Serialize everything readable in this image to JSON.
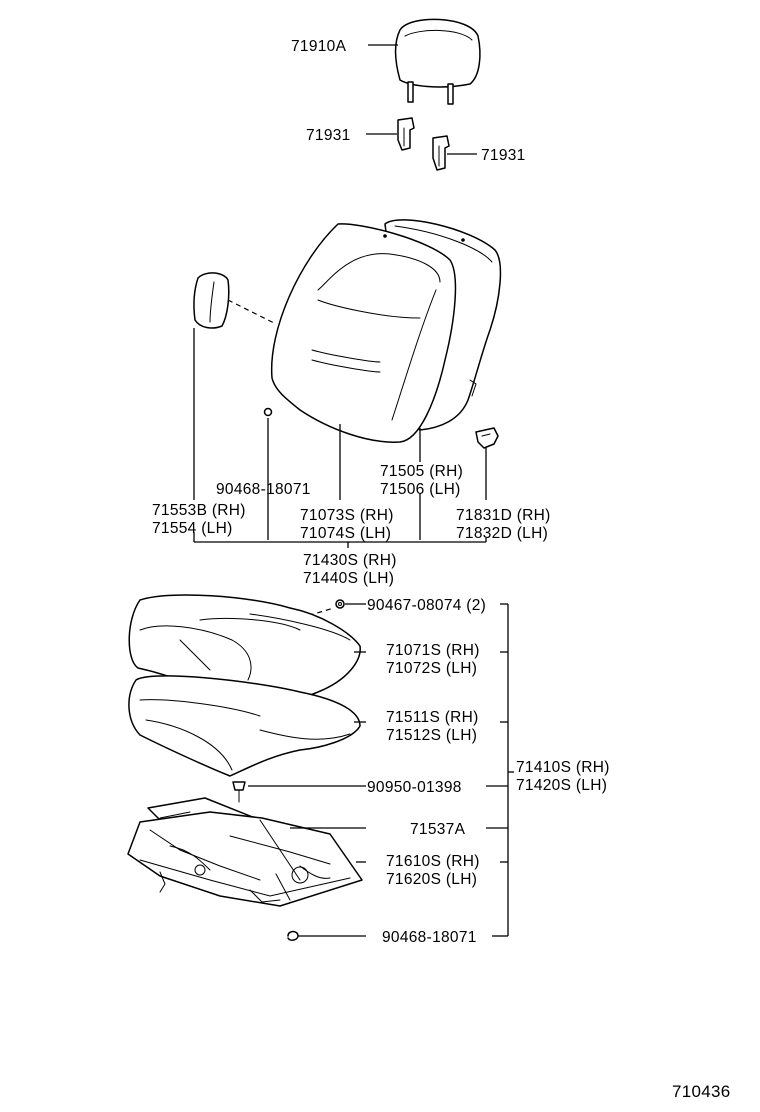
{
  "diagram_id": "710436",
  "labels": {
    "headrest": "71910A",
    "support_left": "71931",
    "support_right": "71931",
    "screw_back": "90468-18071",
    "back_pad_a": "71505 (RH)",
    "back_pad_b": "71506 (LH)",
    "back_panel_a": "71553B (RH)",
    "back_panel_b": "71554   (LH)",
    "back_cover_a": "71073S (RH)",
    "back_cover_b": "71074S (LH)",
    "lock_a": "71831D (RH)",
    "lock_b": "71832D (LH)",
    "back_assy_a": "71430S (RH)",
    "back_assy_b": "71440S (LH)",
    "clip": "90467-08074 (2)",
    "cushion_cover_a": "71071S (RH)",
    "cushion_cover_b": "71072S (LH)",
    "cushion_pad_a": "71511S (RH)",
    "cushion_pad_b": "71512S (LH)",
    "cushion_assy_a": "71410S (RH)",
    "cushion_assy_b": "71420S (LH)",
    "fastener": "90950-01398",
    "plate": "71537A",
    "frame_a": "71610S (RH)",
    "frame_b": "71620S (LH)",
    "screw_frame": "90468-18071"
  }
}
